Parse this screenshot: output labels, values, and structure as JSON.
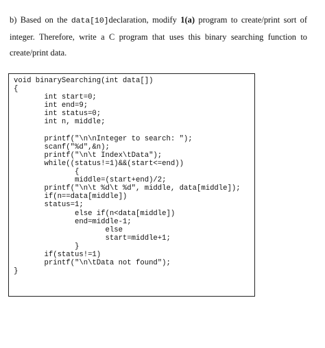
{
  "question": {
    "part1": "b) Based on the ",
    "code_ref": "data[10]",
    "part2": "declaration, modify ",
    "bold_ref": "1(a)",
    "part3": " program to create/print sort of integer. Therefore, write a C program that uses this binary searching function to create/print data."
  },
  "code_lines": [
    "void binarySearching(int data[])",
    "{",
    "       int start=0;",
    "       int end=9;",
    "       int status=0;",
    "       int n, middle;",
    "",
    "       printf(\"\\n\\nInteger to search: \");",
    "       scanf(\"%d\",&n);",
    "       printf(\"\\n\\t Index\\tData\");",
    "       while((status!=1)&&(start<=end))",
    "              {",
    "              middle=(start+end)/2;",
    "       printf(\"\\n\\t %d\\t %d\", middle, data[middle]);",
    "       if(n==data[middle])",
    "       status=1;",
    "              else if(n<data[middle])",
    "              end=middle-1;",
    "                     else",
    "                     start=middle+1;",
    "              }",
    "       if(status!=1)",
    "       printf(\"\\n\\tData not found\");",
    "}"
  ]
}
